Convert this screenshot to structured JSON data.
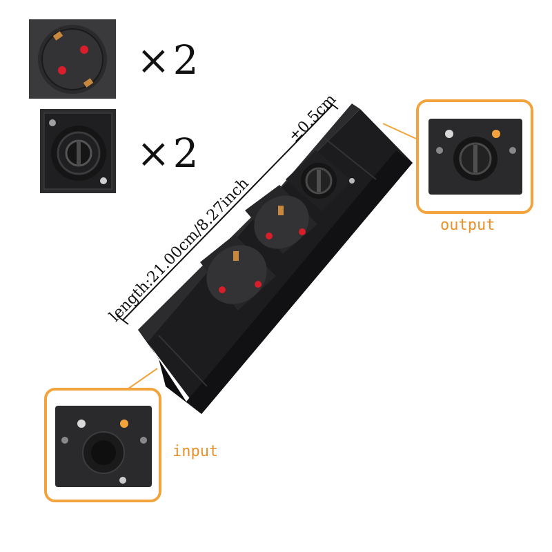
{
  "legend": {
    "schuko_qty": "×2",
    "speakon_qty": "×2"
  },
  "dimension": {
    "length_text": "length:21.00cm/8.27inch",
    "tolerance_text": "±0.5cm"
  },
  "callouts": {
    "output_label": "output",
    "input_label": "input"
  },
  "colors": {
    "accent": "#f2a33c",
    "label": "#e8912a",
    "housing": "#1c1c1e",
    "socket_red": "#d81e2a"
  }
}
